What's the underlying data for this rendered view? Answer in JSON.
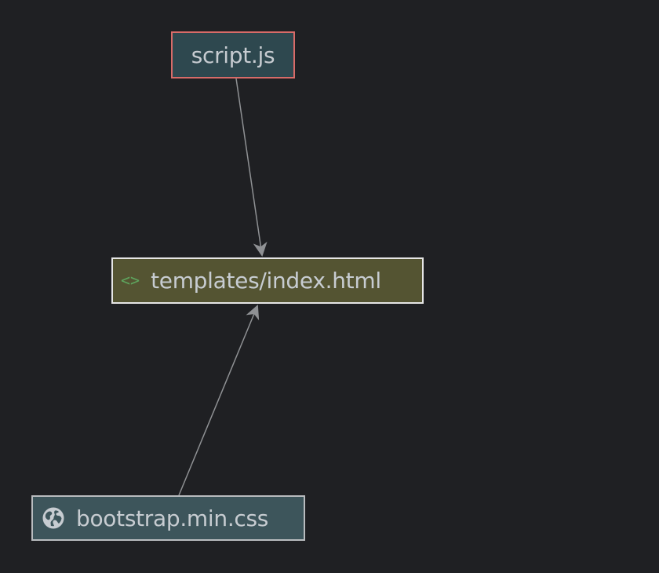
{
  "diagram": {
    "nodes": [
      {
        "id": "script",
        "label": "script.js",
        "icon": "none"
      },
      {
        "id": "index",
        "label": "templates/index.html",
        "icon": "html-tag-icon",
        "icon_glyph": "<>"
      },
      {
        "id": "bootstrap",
        "label": "bootstrap.min.css",
        "icon": "globe-icon"
      }
    ],
    "edges": [
      {
        "from": "script",
        "to": "index"
      },
      {
        "from": "bootstrap",
        "to": "index"
      }
    ],
    "colors": {
      "background": "#1f2023",
      "edge": "#8f9194",
      "text": "#c7ccd1",
      "script_fill": "#2e484f",
      "script_border": "#d86b68",
      "index_fill": "#545432",
      "index_border": "#e6e6e6",
      "bootstrap_fill": "#3d555b",
      "bootstrap_border": "#b9bcbf",
      "html_icon": "#5ea55e",
      "globe_icon": "#c7ccd1"
    }
  }
}
